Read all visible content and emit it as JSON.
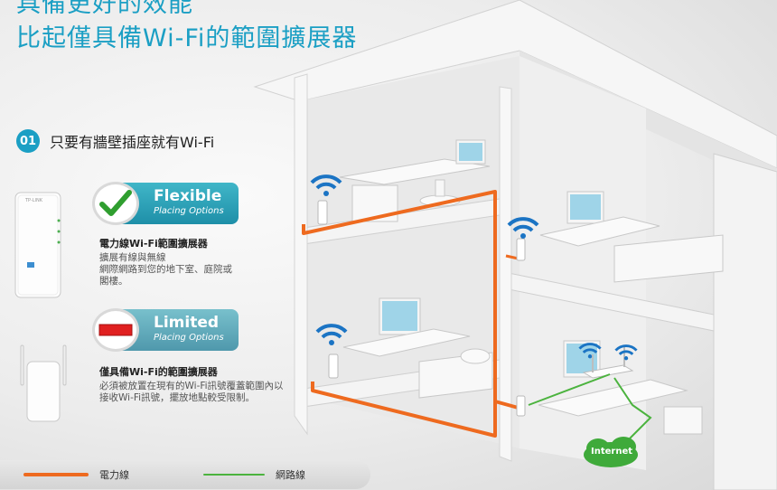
{
  "headline": {
    "line1": "具備更好的效能",
    "line2": "比起僅具備Wi-Fi的範圍擴展器"
  },
  "step": {
    "number": "01",
    "text": "只要有牆壁插座就有Wi-Fi"
  },
  "options": [
    {
      "title": "Flexible",
      "subtitle": "Placing Options",
      "icon": "checkmark-icon",
      "heading": "電力線Wi-Fi範圍擴展器",
      "lines": [
        "擴展有線與無線",
        "網際網路到您的地下室、庭院或",
        "閣樓。"
      ]
    },
    {
      "title": "Limited",
      "subtitle": "Placing Options",
      "icon": "red-bar-icon",
      "heading": "僅具備Wi-Fi的範圍擴展器",
      "lines": [
        "必須被放置在現有的Wi-Fi訊號覆蓋範圍內以",
        "接收Wi-Fi訊號，擺放地點較受限制。"
      ]
    }
  ],
  "device_label": "TP-LINK",
  "internet_label": "Internet",
  "legend": {
    "powerline": "電力線",
    "ethernet": "網路線"
  },
  "colors": {
    "accent": "#1b9fc4",
    "powerline": "#ee6a1f",
    "ethernet": "#4bb33e",
    "flexible": "#2aa3b8"
  }
}
